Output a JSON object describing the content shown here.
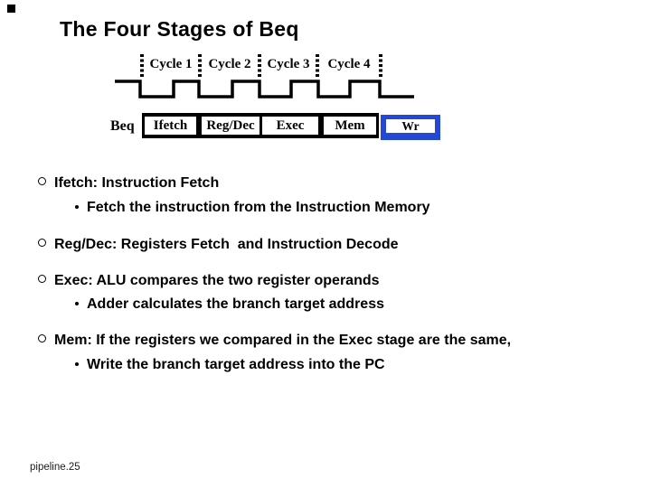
{
  "page": {
    "title": "The Four Stages of Beq",
    "footer": "pipeline.25"
  },
  "timing": {
    "cycles": [
      "Cycle 1",
      "Cycle 2",
      "Cycle 3",
      "Cycle 4"
    ],
    "row_label": "Beq",
    "stages": [
      "Ifetch",
      "Reg/Dec",
      "Exec",
      "Mem"
    ],
    "highlight_stage": "Wr"
  },
  "colors": {
    "highlight_blue": "#2348d5",
    "bar_black": "#000000"
  },
  "bullets": [
    {
      "level": 1,
      "text": "Ifetch: Instruction Fetch"
    },
    {
      "level": 2,
      "text": "Fetch the instruction from the Instruction Memory"
    },
    {
      "level": 1,
      "text": "Reg/Dec: Registers Fetch  and Instruction Decode"
    },
    {
      "level": 1,
      "text": "Exec: ALU compares the two register operands"
    },
    {
      "level": 2,
      "text": "Adder calculates the branch target address"
    },
    {
      "level": 1,
      "text": "Mem: If the registers we compared in the Exec stage are the same,"
    },
    {
      "level": 2,
      "text": "Write the branch target address into the PC"
    }
  ]
}
